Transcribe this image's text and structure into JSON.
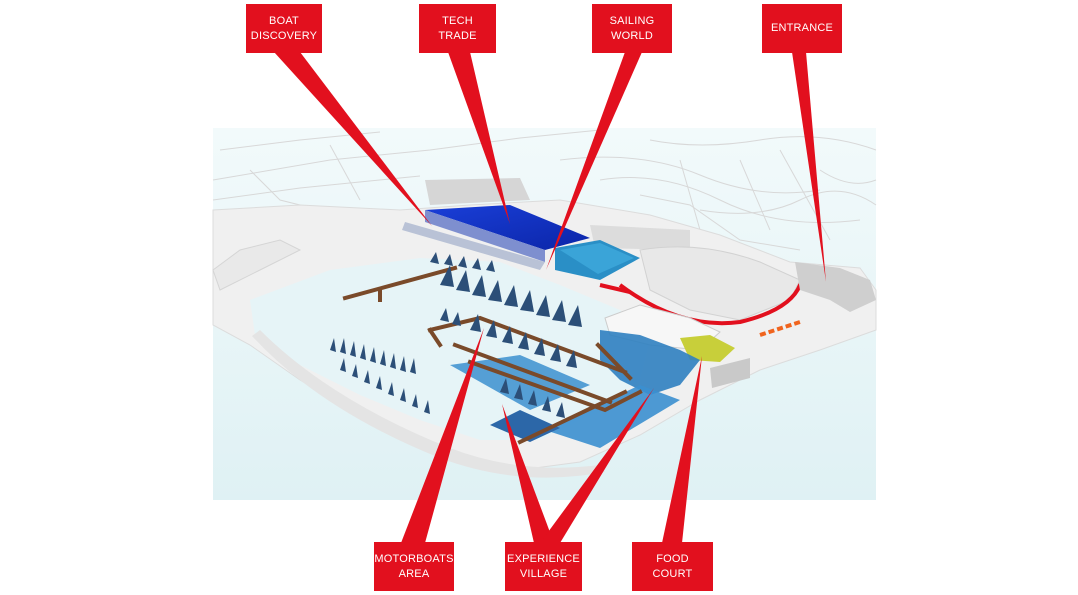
{
  "colors": {
    "label_bg": "#e2101e",
    "label_text": "#ffffff",
    "water": "#e3f3f6",
    "land": "#eeeeee",
    "tech_trade_hall": "#1133c4",
    "sailing_world_hall": "#2a8fc6",
    "experience_village": "#2f7fc0",
    "food_court": "#c8cf3a",
    "pontoon": "#7a4a2a",
    "moored_boats": "#2c4f78",
    "entrance_arc": "#e2101e"
  },
  "labels": {
    "boat_discovery": "BOAT\nDISCOVERY",
    "tech_trade": "TECH\nTRADE",
    "sailing_world": "SAILING\nWORLD",
    "entrance": "ENTRANCE",
    "motorboats_area": "MOTORBOATS\nAREA",
    "experience_village": "EXPERIENCE\nVILLAGE",
    "food_court": "FOOD\nCOURT"
  }
}
